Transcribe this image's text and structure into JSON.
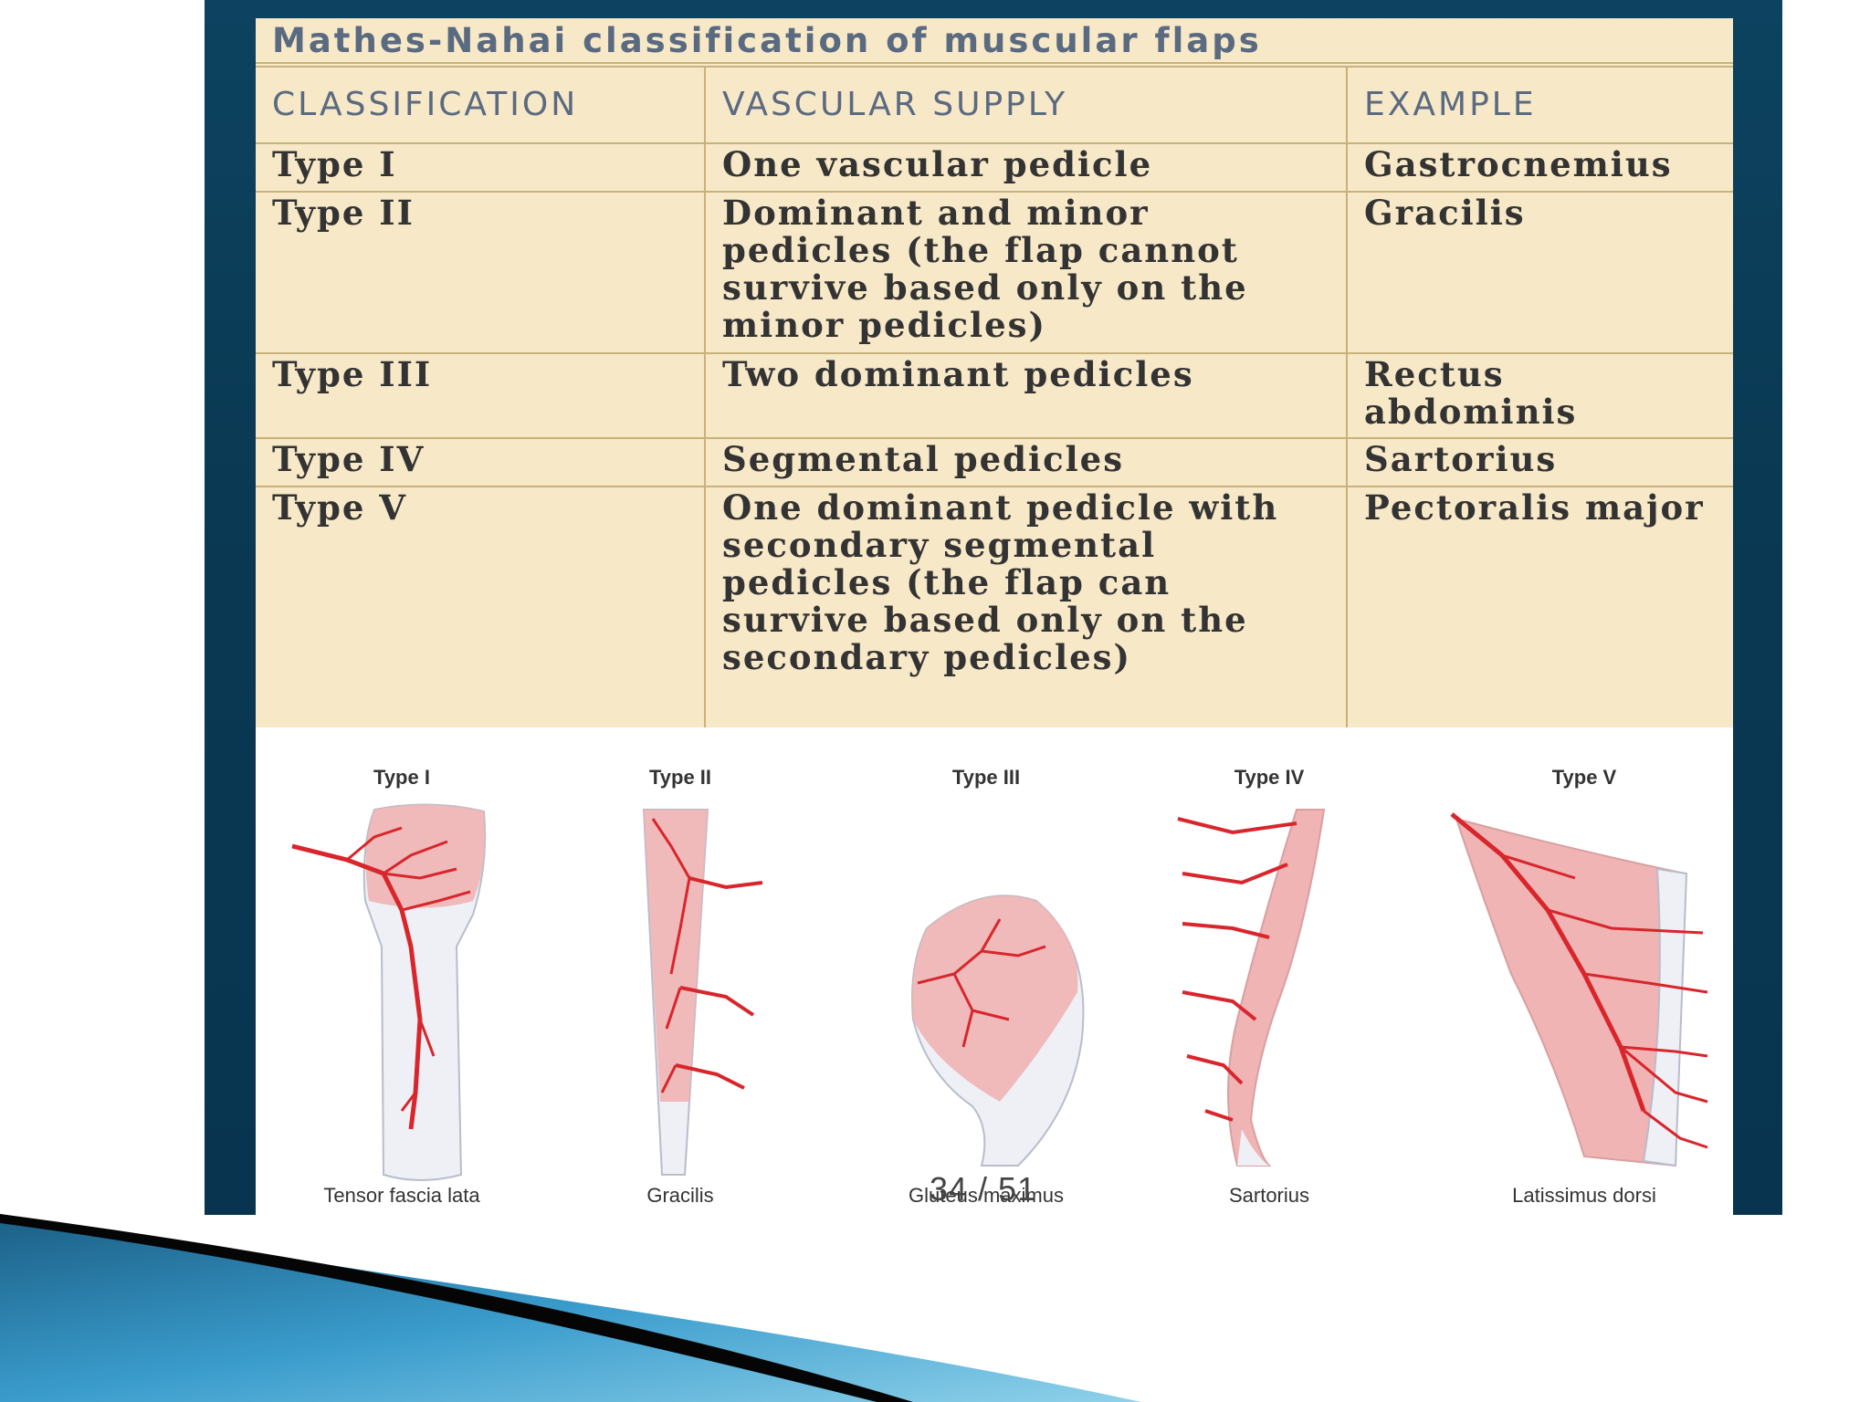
{
  "table": {
    "title": "Mathes-Nahai classification of muscular flaps",
    "headers": [
      "CLASSIFICATION",
      "VASCULAR SUPPLY",
      "EXAMPLE"
    ],
    "rows": [
      [
        "Type I",
        "One vascular pedicle",
        "Gastrocnemius"
      ],
      [
        "Type II",
        "Dominant and minor pedicles (the flap cannot survive based only on the minor pedicles)",
        "Gracilis"
      ],
      [
        "Type III",
        "Two dominant pedicles",
        "Rectus abdominis"
      ],
      [
        "Type IV",
        "Segmental pedicles",
        "Sartorius"
      ],
      [
        "Type V",
        "One dominant pedicle with secondary segmental pedicles (the flap can survive based only on the secondary pedicles)",
        "Pectoralis major"
      ]
    ]
  },
  "figures": [
    {
      "type": "Type I",
      "muscle": "Tensor fascia lata"
    },
    {
      "type": "Type II",
      "muscle": "Gracilis"
    },
    {
      "type": "Type III",
      "muscle": "Gluteus maximus"
    },
    {
      "type": "Type IV",
      "muscle": "Sartorius"
    },
    {
      "type": "Type V",
      "muscle": "Latissimus dorsi"
    }
  ],
  "page_indicator": "34 / 51",
  "colors": {
    "frame": "#0a3953",
    "table_bg": "#f7e8c8",
    "muscle": "#f0b4b4",
    "vessel": "#d8262c",
    "accent_blue": "#2d8fc4"
  }
}
